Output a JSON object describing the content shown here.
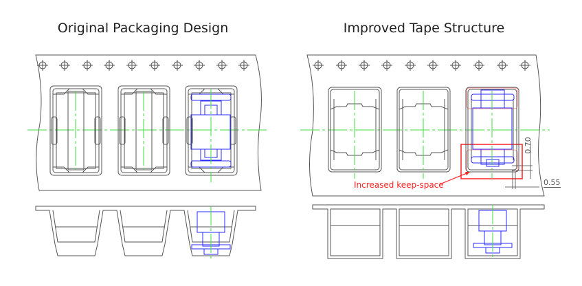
{
  "panels": [
    {
      "title": "Original Packaging Design"
    },
    {
      "title": "Improved Tape Structure"
    }
  ],
  "annotations": {
    "keep_space_label": "Increased keep-space",
    "dim_vertical": "0.70",
    "dim_horizontal": "0.55"
  },
  "colors": {
    "outline": "#555555",
    "component": "#2a2aff",
    "centerline": "#3fdc3f",
    "highlight": "#ff2020"
  }
}
